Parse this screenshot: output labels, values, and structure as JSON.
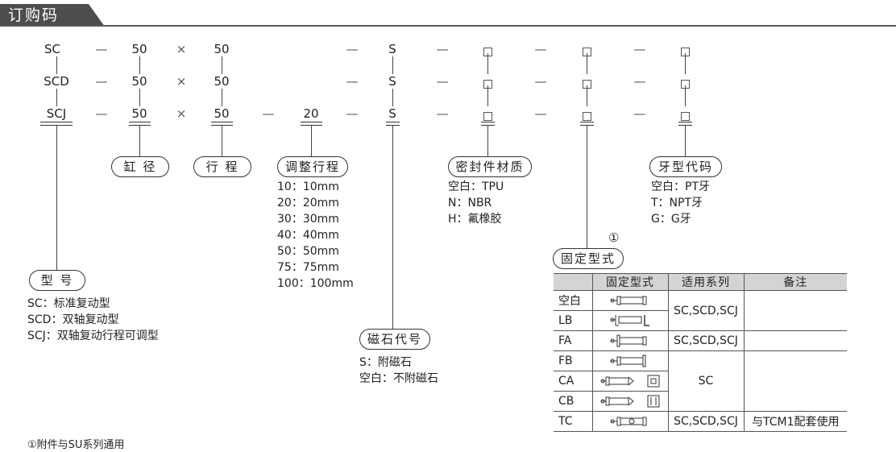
{
  "header": {
    "title": "订购码"
  },
  "code_rows": [
    {
      "model": "SC",
      "bore": "50",
      "times": "×",
      "stroke": "50",
      "adjust": "",
      "magnet": "S",
      "seal": "",
      "mount": "",
      "thread": ""
    },
    {
      "model": "SCD",
      "bore": "50",
      "times": "×",
      "stroke": "50",
      "adjust": "",
      "magnet": "S",
      "seal": "",
      "mount": "",
      "thread": ""
    },
    {
      "model": "SCJ",
      "bore": "50",
      "times": "×",
      "stroke": "50",
      "adjust": "20",
      "magnet": "S",
      "seal": "",
      "mount": "",
      "thread": ""
    }
  ],
  "dash": "—",
  "labels": {
    "bore": "缸 径",
    "stroke": "行 程",
    "adjust": "调整行程",
    "seal": "密封件材质",
    "thread": "牙型代码",
    "mount": "固定型式",
    "mount_mark": "①",
    "model": "型 号",
    "magnet": "磁石代号"
  },
  "adjust_options": [
    "10：10mm",
    "20：20mm",
    "30：30mm",
    "40：40mm",
    "50：50mm",
    "75：75mm",
    "100：100mm"
  ],
  "seal_options": [
    "空白：TPU",
    "N：NBR",
    "H：氟橡胶"
  ],
  "thread_options": [
    "空白：PT牙",
    "T：NPT牙",
    "G：G牙"
  ],
  "model_options": [
    "SC：标准复动型",
    "SCD：双轴复动型",
    "SCJ：双轴复动行程可调型"
  ],
  "magnet_options": [
    "S：附磁石",
    "空白：不附磁石"
  ],
  "footnote": "①附件与SU系列通用",
  "mount_table": {
    "headers": [
      "",
      "固定型式",
      "适用系列",
      "备注"
    ],
    "rows": [
      {
        "code": "空白",
        "series": "SC,SCD,SCJ",
        "note": ""
      },
      {
        "code": "LB",
        "series": "",
        "note": ""
      },
      {
        "code": "FA",
        "series": "SC,SCD,SCJ",
        "note": ""
      },
      {
        "code": "FB",
        "series": "SC",
        "note": ""
      },
      {
        "code": "CA",
        "series": "",
        "note": ""
      },
      {
        "code": "CB",
        "series": "",
        "note": ""
      },
      {
        "code": "TC",
        "series": "SC,SCD,SCJ",
        "note": "与TCM1配套使用"
      }
    ]
  }
}
